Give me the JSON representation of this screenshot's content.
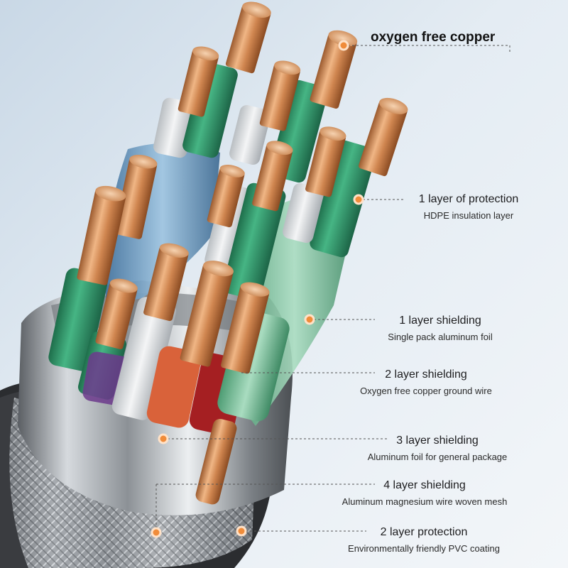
{
  "callouts": {
    "oxygen_copper": "oxygen free copper",
    "protection1_title": "1 layer of protection",
    "protection1_sub": "HDPE insulation layer",
    "shield1_title": "1 layer shielding",
    "shield1_sub": "Single pack aluminum foil",
    "shield2_title": "2 layer shielding",
    "shield2_sub": "Oxygen free copper ground wire",
    "shield3_title": "3 layer shielding",
    "shield3_sub": "Aluminum foil for general package",
    "shield4_title": "4 layer shielding",
    "shield4_sub": "Aluminum magnesium wire woven mesh",
    "protection2_title": "2 layer protection",
    "protection2_sub": "Environmentally friendly PVC coating"
  },
  "colors": {
    "copper": "#d9925c",
    "green": "#2f9a6a",
    "marker": "#f08c3a",
    "leader": "#555555"
  }
}
